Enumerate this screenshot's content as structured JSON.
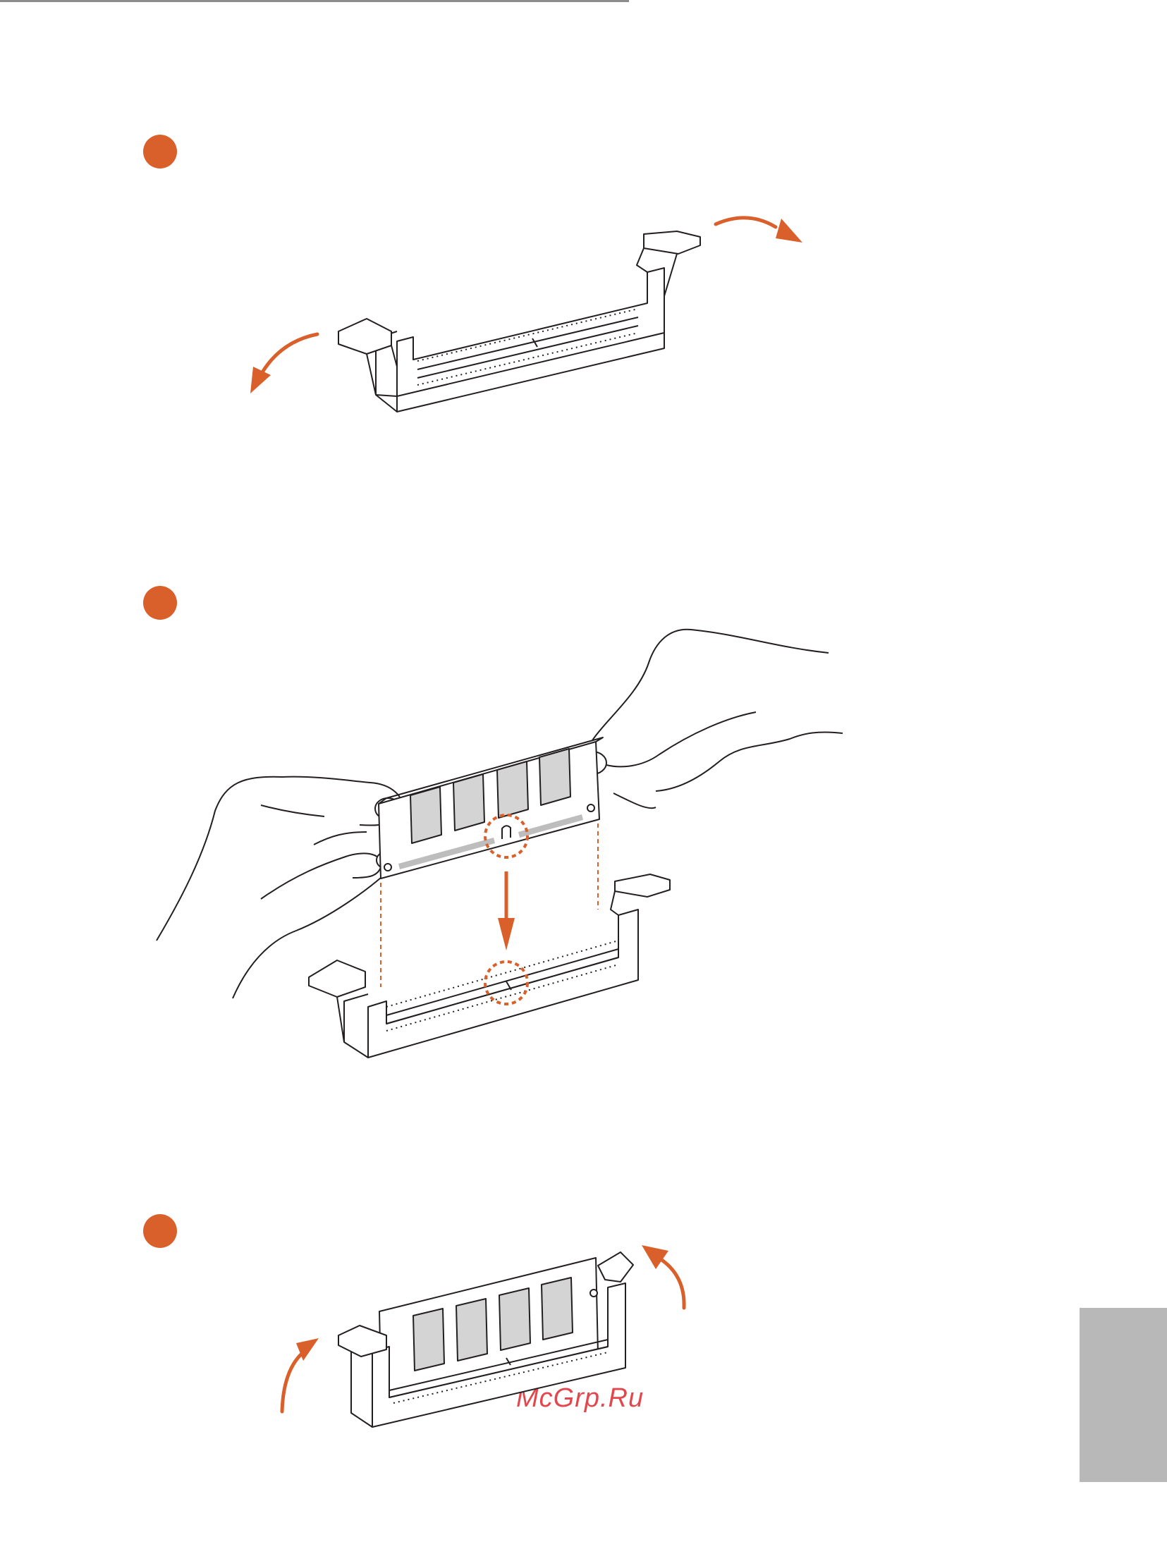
{
  "colors": {
    "accent": "#d9602a",
    "line": "#231f20",
    "side_tab": "#b8b8b8",
    "rule": "#8c8c8c",
    "watermark": "#e0343a"
  },
  "steps": [
    {
      "marker": "step-1",
      "illustration": "open-dimm-slot-latches"
    },
    {
      "marker": "step-2",
      "illustration": "align-dimm-notch-and-insert"
    },
    {
      "marker": "step-3",
      "illustration": "latches-close-on-seated-dimm"
    }
  ],
  "watermark": {
    "text": "McGrp.Ru"
  }
}
